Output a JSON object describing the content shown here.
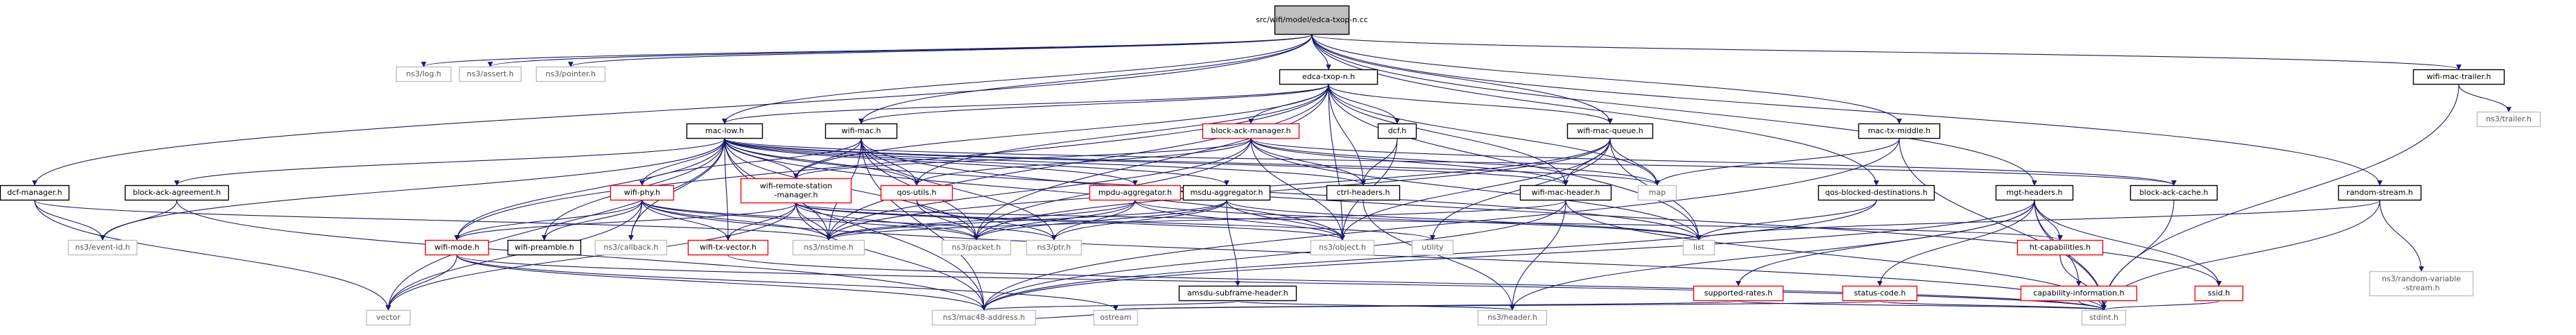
{
  "colors": {
    "edge": "#191970",
    "root_fill": "#bfbfbf",
    "root_border": "#000000",
    "documented_border": "#000000",
    "undocumented_border": "#ff0000",
    "system_border": "#bfbfbf",
    "system_text": "#555555"
  },
  "nodes": [
    {
      "id": "root",
      "label": "src/wifi/model/edca-txop-n.cc",
      "kind": "root"
    },
    {
      "id": "log",
      "label": "ns3/log.h",
      "kind": "system"
    },
    {
      "id": "assert",
      "label": "ns3/assert.h",
      "kind": "system"
    },
    {
      "id": "pointer",
      "label": "ns3/pointer.h",
      "kind": "system"
    },
    {
      "id": "edcatxop",
      "label": "edca-txop-n.h",
      "kind": "documented"
    },
    {
      "id": "wmtrailer",
      "label": "wifi-mac-trailer.h",
      "kind": "documented"
    },
    {
      "id": "nstrailer",
      "label": "ns3/trailer.h",
      "kind": "system"
    },
    {
      "id": "maclow",
      "label": "mac-low.h",
      "kind": "documented"
    },
    {
      "id": "wifimac",
      "label": "wifi-mac.h",
      "kind": "documented"
    },
    {
      "id": "bam",
      "label": "block-ack-manager.h",
      "kind": "undocumented"
    },
    {
      "id": "dcf",
      "label": "dcf.h",
      "kind": "documented"
    },
    {
      "id": "wmqueue",
      "label": "wifi-mac-queue.h",
      "kind": "documented"
    },
    {
      "id": "mactxm",
      "label": "mac-tx-middle.h",
      "kind": "documented"
    },
    {
      "id": "dcfmgr",
      "label": "dcf-manager.h",
      "kind": "documented"
    },
    {
      "id": "baagree",
      "label": "block-ack-agreement.h",
      "kind": "documented"
    },
    {
      "id": "wifiphy",
      "label": "wifi-phy.h",
      "kind": "undocumented"
    },
    {
      "id": "wrsm",
      "label": "wifi-remote-station\n-manager.h",
      "kind": "undocumented"
    },
    {
      "id": "qosutils",
      "label": "qos-utils.h",
      "kind": "undocumented"
    },
    {
      "id": "mpduagg",
      "label": "mpdu-aggregator.h",
      "kind": "undocumented"
    },
    {
      "id": "msduagg",
      "label": "msdu-aggregator.h",
      "kind": "documented"
    },
    {
      "id": "ctrlh",
      "label": "ctrl-headers.h",
      "kind": "documented"
    },
    {
      "id": "wmheader",
      "label": "wifi-mac-header.h",
      "kind": "documented"
    },
    {
      "id": "map",
      "label": "map",
      "kind": "system"
    },
    {
      "id": "qosbd",
      "label": "qos-blocked-destinations.h",
      "kind": "documented"
    },
    {
      "id": "mgth",
      "label": "mgt-headers.h",
      "kind": "documented"
    },
    {
      "id": "bacache",
      "label": "block-ack-cache.h",
      "kind": "documented"
    },
    {
      "id": "randstream",
      "label": "random-stream.h",
      "kind": "documented"
    },
    {
      "id": "eventid",
      "label": "ns3/event-id.h",
      "kind": "system"
    },
    {
      "id": "vector",
      "label": "vector",
      "kind": "system"
    },
    {
      "id": "wifimode",
      "label": "wifi-mode.h",
      "kind": "undocumented"
    },
    {
      "id": "wifipre",
      "label": "wifi-preamble.h",
      "kind": "documented"
    },
    {
      "id": "callback",
      "label": "ns3/callback.h",
      "kind": "system"
    },
    {
      "id": "wtxvec",
      "label": "wifi-tx-vector.h",
      "kind": "undocumented"
    },
    {
      "id": "nstime",
      "label": "ns3/nstime.h",
      "kind": "system"
    },
    {
      "id": "packet",
      "label": "ns3/packet.h",
      "kind": "system"
    },
    {
      "id": "ptr",
      "label": "ns3/ptr.h",
      "kind": "system"
    },
    {
      "id": "amsdu",
      "label": "amsdu-subframe-header.h",
      "kind": "documented"
    },
    {
      "id": "object",
      "label": "ns3/object.h",
      "kind": "system"
    },
    {
      "id": "utility",
      "label": "utility",
      "kind": "system"
    },
    {
      "id": "list",
      "label": "list",
      "kind": "system"
    },
    {
      "id": "supprates",
      "label": "supported-rates.h",
      "kind": "undocumented"
    },
    {
      "id": "statuscode",
      "label": "status-code.h",
      "kind": "undocumented"
    },
    {
      "id": "htcap",
      "label": "ht-capabilities.h",
      "kind": "undocumented"
    },
    {
      "id": "capinfo",
      "label": "capability-information.h",
      "kind": "undocumented"
    },
    {
      "id": "ssid",
      "label": "ssid.h",
      "kind": "undocumented"
    },
    {
      "id": "rvstream",
      "label": "ns3/random-variable\n-stream.h",
      "kind": "system"
    },
    {
      "id": "mac48",
      "label": "ns3/mac48-address.h",
      "kind": "system"
    },
    {
      "id": "ostream",
      "label": "ostream",
      "kind": "system"
    },
    {
      "id": "nsheader",
      "label": "ns3/header.h",
      "kind": "system"
    },
    {
      "id": "stdint",
      "label": "stdint.h",
      "kind": "system"
    }
  ],
  "edges": [
    [
      "root",
      "log"
    ],
    [
      "root",
      "assert"
    ],
    [
      "root",
      "pointer"
    ],
    [
      "root",
      "edcatxop"
    ],
    [
      "root",
      "wmtrailer"
    ],
    [
      "root",
      "maclow"
    ],
    [
      "root",
      "wmqueue"
    ],
    [
      "root",
      "mactxm"
    ],
    [
      "root",
      "dcfmgr"
    ],
    [
      "root",
      "mgth"
    ],
    [
      "root",
      "randstream"
    ],
    [
      "root",
      "qosbd"
    ],
    [
      "root",
      "wifimac"
    ],
    [
      "wmtrailer",
      "nstrailer"
    ],
    [
      "wmtrailer",
      "stdint"
    ],
    [
      "edcatxop",
      "maclow"
    ],
    [
      "edcatxop",
      "wifimac"
    ],
    [
      "edcatxop",
      "bam"
    ],
    [
      "edcatxop",
      "dcf"
    ],
    [
      "edcatxop",
      "wmqueue"
    ],
    [
      "edcatxop",
      "qosutils"
    ],
    [
      "edcatxop",
      "map"
    ],
    [
      "edcatxop",
      "list"
    ],
    [
      "edcatxop",
      "wmheader"
    ],
    [
      "edcatxop",
      "object"
    ],
    [
      "edcatxop",
      "packet"
    ],
    [
      "edcatxop",
      "ctrlh"
    ],
    [
      "edcatxop",
      "wrsm"
    ],
    [
      "edcatxop",
      "wifimode"
    ],
    [
      "edcatxop",
      "nstime"
    ],
    [
      "maclow",
      "eventid"
    ],
    [
      "maclow",
      "baagree"
    ],
    [
      "maclow",
      "wifiphy"
    ],
    [
      "maclow",
      "wrsm"
    ],
    [
      "maclow",
      "qosutils"
    ],
    [
      "maclow",
      "mpduagg"
    ],
    [
      "maclow",
      "msduagg"
    ],
    [
      "maclow",
      "ctrlh"
    ],
    [
      "maclow",
      "wmheader"
    ],
    [
      "maclow",
      "map"
    ],
    [
      "maclow",
      "bacache"
    ],
    [
      "maclow",
      "vector"
    ],
    [
      "maclow",
      "wifimode"
    ],
    [
      "maclow",
      "wifipre"
    ],
    [
      "maclow",
      "callback"
    ],
    [
      "maclow",
      "wtxvec"
    ],
    [
      "maclow",
      "nstime"
    ],
    [
      "maclow",
      "packet"
    ],
    [
      "maclow",
      "mac48"
    ],
    [
      "maclow",
      "object"
    ],
    [
      "maclow",
      "list"
    ],
    [
      "wifimac",
      "wifiphy"
    ],
    [
      "wifimac",
      "wrsm"
    ],
    [
      "wifimac",
      "qosutils"
    ],
    [
      "wifimac",
      "packet"
    ],
    [
      "wifimac",
      "ptr"
    ],
    [
      "wifimac",
      "mac48"
    ],
    [
      "wifimac",
      "nstime"
    ],
    [
      "wifimac",
      "ssid"
    ],
    [
      "bam",
      "wmheader"
    ],
    [
      "bam",
      "ctrlh"
    ],
    [
      "bam",
      "qosutils"
    ],
    [
      "bam",
      "wrsm"
    ],
    [
      "bam",
      "map"
    ],
    [
      "bam",
      "list"
    ],
    [
      "bam",
      "packet"
    ],
    [
      "bam",
      "nstime"
    ],
    [
      "bam",
      "object"
    ],
    [
      "bam",
      "bacache"
    ],
    [
      "dcf",
      "object"
    ],
    [
      "dcf",
      "ctrlh"
    ],
    [
      "wmqueue",
      "wmheader"
    ],
    [
      "wmqueue",
      "map"
    ],
    [
      "wmqueue",
      "list"
    ],
    [
      "wmqueue",
      "object"
    ],
    [
      "wmqueue",
      "utility"
    ],
    [
      "wmqueue",
      "packet"
    ],
    [
      "wmqueue",
      "nstime"
    ],
    [
      "mactxm",
      "map"
    ],
    [
      "mactxm",
      "mac48"
    ],
    [
      "mactxm",
      "stdint"
    ],
    [
      "dcfmgr",
      "eventid"
    ],
    [
      "dcfmgr",
      "vector"
    ],
    [
      "dcfmgr",
      "nstime"
    ],
    [
      "baagree",
      "eventid"
    ],
    [
      "baagree",
      "mac48"
    ],
    [
      "wifiphy",
      "wifimode"
    ],
    [
      "wifiphy",
      "wifipre"
    ],
    [
      "wifiphy",
      "callback"
    ],
    [
      "wifiphy",
      "wtxvec"
    ],
    [
      "wifiphy",
      "nstime"
    ],
    [
      "wifiphy",
      "packet"
    ],
    [
      "wifiphy",
      "ptr"
    ],
    [
      "wifiphy",
      "stdint"
    ],
    [
      "wifiphy",
      "vector"
    ],
    [
      "wrsm",
      "wifimode"
    ],
    [
      "wrsm",
      "wtxvec"
    ],
    [
      "wrsm",
      "nstime"
    ],
    [
      "wrsm",
      "packet"
    ],
    [
      "wrsm",
      "mac48"
    ],
    [
      "wrsm",
      "object"
    ],
    [
      "wrsm",
      "vector"
    ],
    [
      "wrsm",
      "htcap"
    ],
    [
      "wrsm",
      "utility"
    ],
    [
      "qosutils",
      "packet"
    ],
    [
      "qosutils",
      "ptr"
    ],
    [
      "mpduagg",
      "packet"
    ],
    [
      "mpduagg",
      "ptr"
    ],
    [
      "mpduagg",
      "object"
    ],
    [
      "mpduagg",
      "list"
    ],
    [
      "mpduagg",
      "nstime"
    ],
    [
      "msduagg",
      "amsdu"
    ],
    [
      "msduagg",
      "packet"
    ],
    [
      "msduagg",
      "object"
    ],
    [
      "msduagg",
      "ptr"
    ],
    [
      "msduagg",
      "list"
    ],
    [
      "msduagg",
      "nstime"
    ],
    [
      "ctrlh",
      "nsheader"
    ],
    [
      "wmheader",
      "nsheader"
    ],
    [
      "wmheader",
      "mac48"
    ],
    [
      "wmheader",
      "nstime"
    ],
    [
      "wmheader",
      "stdint"
    ],
    [
      "qosbd",
      "mac48"
    ],
    [
      "qosbd",
      "list"
    ],
    [
      "mgth",
      "mac48"
    ],
    [
      "mgth",
      "stdint"
    ],
    [
      "mgth",
      "supprates"
    ],
    [
      "mgth",
      "statuscode"
    ],
    [
      "mgth",
      "htcap"
    ],
    [
      "mgth",
      "capinfo"
    ],
    [
      "mgth",
      "ssid"
    ],
    [
      "mgth",
      "nsheader"
    ],
    [
      "bacache",
      "stdint"
    ],
    [
      "randstream",
      "rvstream"
    ],
    [
      "randstream",
      "stdint"
    ],
    [
      "randstream",
      "list"
    ],
    [
      "wifimode",
      "vector"
    ],
    [
      "wifimode",
      "stdint"
    ],
    [
      "wifimode",
      "mac48"
    ],
    [
      "wifimode",
      "ostream"
    ],
    [
      "wtxvec",
      "stdint"
    ],
    [
      "amsdu",
      "nsheader"
    ],
    [
      "amsdu",
      "mac48"
    ],
    [
      "supprates",
      "ostream"
    ],
    [
      "supprates",
      "stdint"
    ],
    [
      "statuscode",
      "stdint"
    ],
    [
      "statuscode",
      "ostream"
    ],
    [
      "htcap",
      "stdint"
    ],
    [
      "capinfo",
      "stdint"
    ],
    [
      "ssid",
      "stdint"
    ],
    [
      "mac48",
      "ostream"
    ]
  ]
}
